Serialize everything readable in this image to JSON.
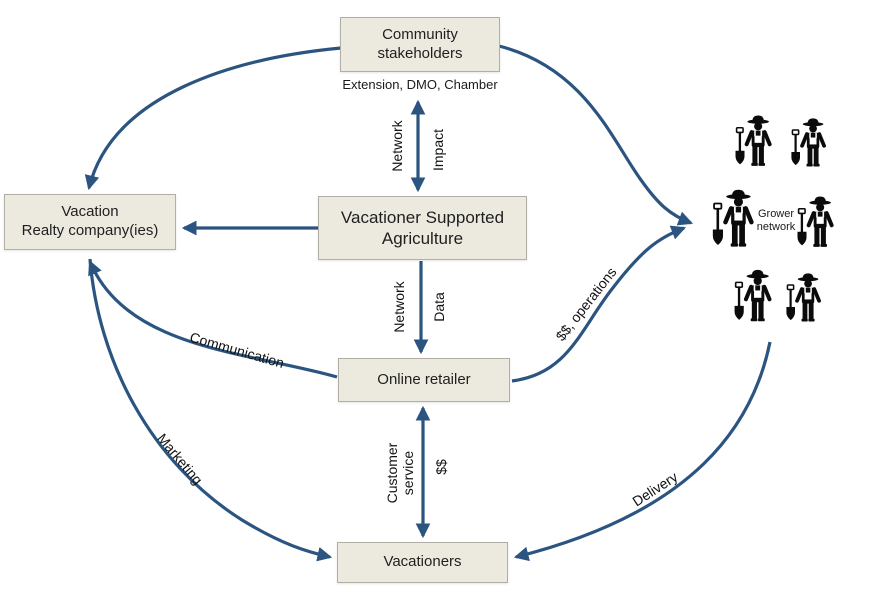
{
  "colors": {
    "arrow": "#2b5580",
    "box_fill": "#eceadf",
    "box_border": "#b1afa5",
    "icon": "#0b0b0b"
  },
  "nodes": {
    "community_stakeholders": {
      "line1": "Community",
      "line2": "stakeholders",
      "caption": "Extension, DMO, Chamber"
    },
    "vsa": {
      "line1": "Vacationer Supported",
      "line2": "Agriculture"
    },
    "vacation_realty": {
      "line1": "Vacation",
      "line2": "Realty company(ies)"
    },
    "online_retailer": {
      "label": "Online retailer"
    },
    "vacationers": {
      "label": "Vacationers"
    },
    "grower_network": {
      "label": "Grower network"
    }
  },
  "edges": {
    "stakeholders_vsa": {
      "left_label": "Network",
      "right_label": "Impact"
    },
    "vsa_retailer": {
      "left_label": "Network",
      "right_label": "Data"
    },
    "retailer_vacationers": {
      "left_label_line1": "Customer",
      "left_label_line2": "service",
      "right_label": "$$"
    },
    "retailer_realty": {
      "label": "Communication"
    },
    "realty_vacationers": {
      "label": "Marketing"
    },
    "retailer_growers": {
      "label": "$$, operations"
    },
    "growers_vacationers": {
      "label": "Delivery"
    }
  }
}
